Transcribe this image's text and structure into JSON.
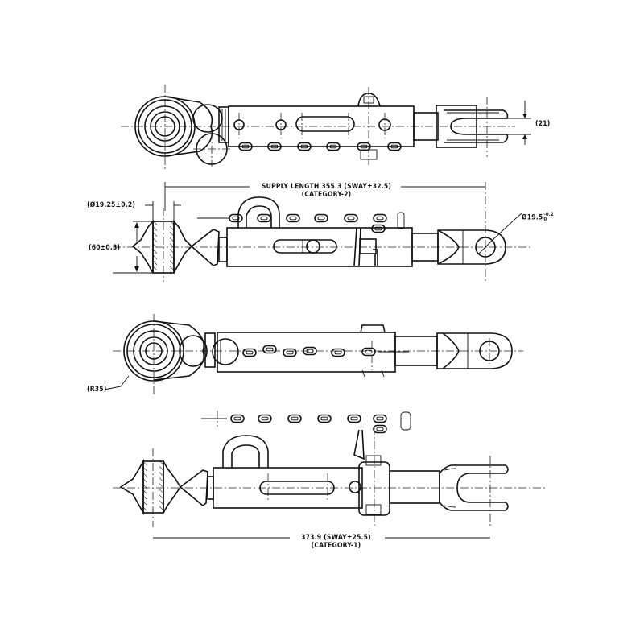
{
  "drawing": {
    "title": "Top link assembly — technical drawing (4 views)",
    "colors": {
      "line": "#111111",
      "background": "#ffffff"
    },
    "views": [
      {
        "id": "view-1",
        "description": "Top view, Category-2, with ball end, chain and fork end"
      },
      {
        "id": "view-2",
        "description": "Side section view, Category-2, with hatched ball and eye end"
      },
      {
        "id": "view-3",
        "description": "Top view, Category-1, with ball end and eye end"
      },
      {
        "id": "view-4",
        "description": "Side section view, Category-1, with hatched ball and fork end"
      }
    ],
    "annotations": {
      "fork_gap": "(21)",
      "supply_length_cat2": "SUPPLY LENGTH 355.3 (SWAY±32.5)",
      "category_2": "(CATEGORY-2)",
      "ball_bore_diameter": "(Ø19.25±0.2)",
      "ball_width": "(60±0.3)",
      "eye_diameter": "Ø19.5",
      "eye_diameter_tol_upper": "-0.2",
      "eye_diameter_tol_lower": "0",
      "ball_radius": "(R35)",
      "supply_length_cat1": "373.9 (SWAY±25.5)",
      "category_1": "(CATEGORY-1)"
    }
  }
}
